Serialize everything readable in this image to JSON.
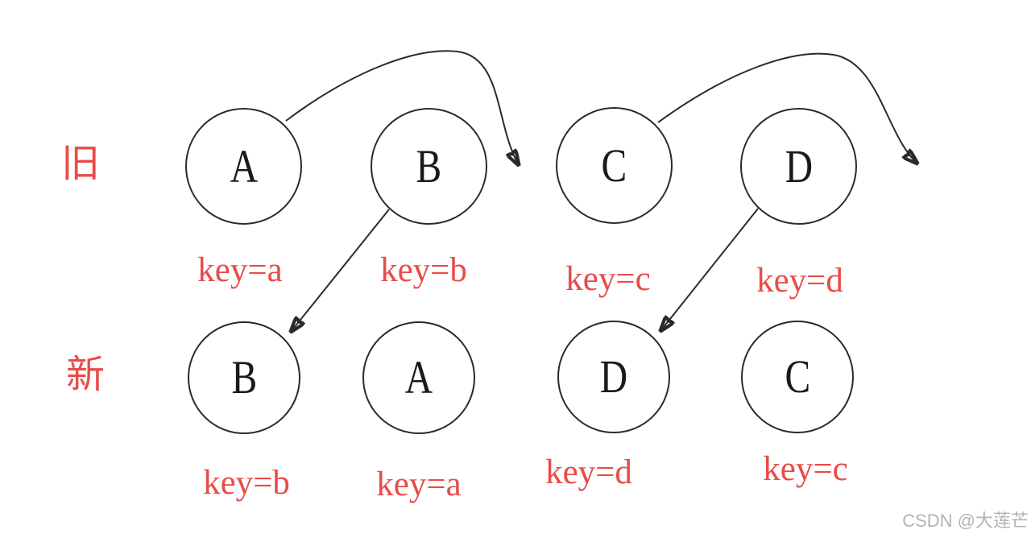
{
  "colors": {
    "accent_red": "#e84c49",
    "line_black": "#2a2a2a",
    "watermark_gray": "#b3b3b3"
  },
  "rows": {
    "old": {
      "label": "旧",
      "nodes": [
        {
          "label": "A",
          "key": "key=a"
        },
        {
          "label": "B",
          "key": "key=b"
        },
        {
          "label": "C",
          "key": "key=c"
        },
        {
          "label": "D",
          "key": "key=d"
        }
      ]
    },
    "new": {
      "label": "新",
      "nodes": [
        {
          "label": "B",
          "key": "key=b"
        },
        {
          "label": "A",
          "key": "key=a"
        },
        {
          "label": "D",
          "key": "key=d"
        },
        {
          "label": "C",
          "key": "key=c"
        }
      ]
    }
  },
  "edges": [
    {
      "from": "old-A",
      "to": "position-after-old-B",
      "style": "curved-arrow"
    },
    {
      "from": "old-B",
      "to": "new-B",
      "style": "straight-arrow"
    },
    {
      "from": "old-C",
      "to": "position-after-old-D",
      "style": "curved-arrow"
    },
    {
      "from": "old-D",
      "to": "new-D",
      "style": "straight-arrow"
    }
  ],
  "watermark": "CSDN @大莲芒"
}
